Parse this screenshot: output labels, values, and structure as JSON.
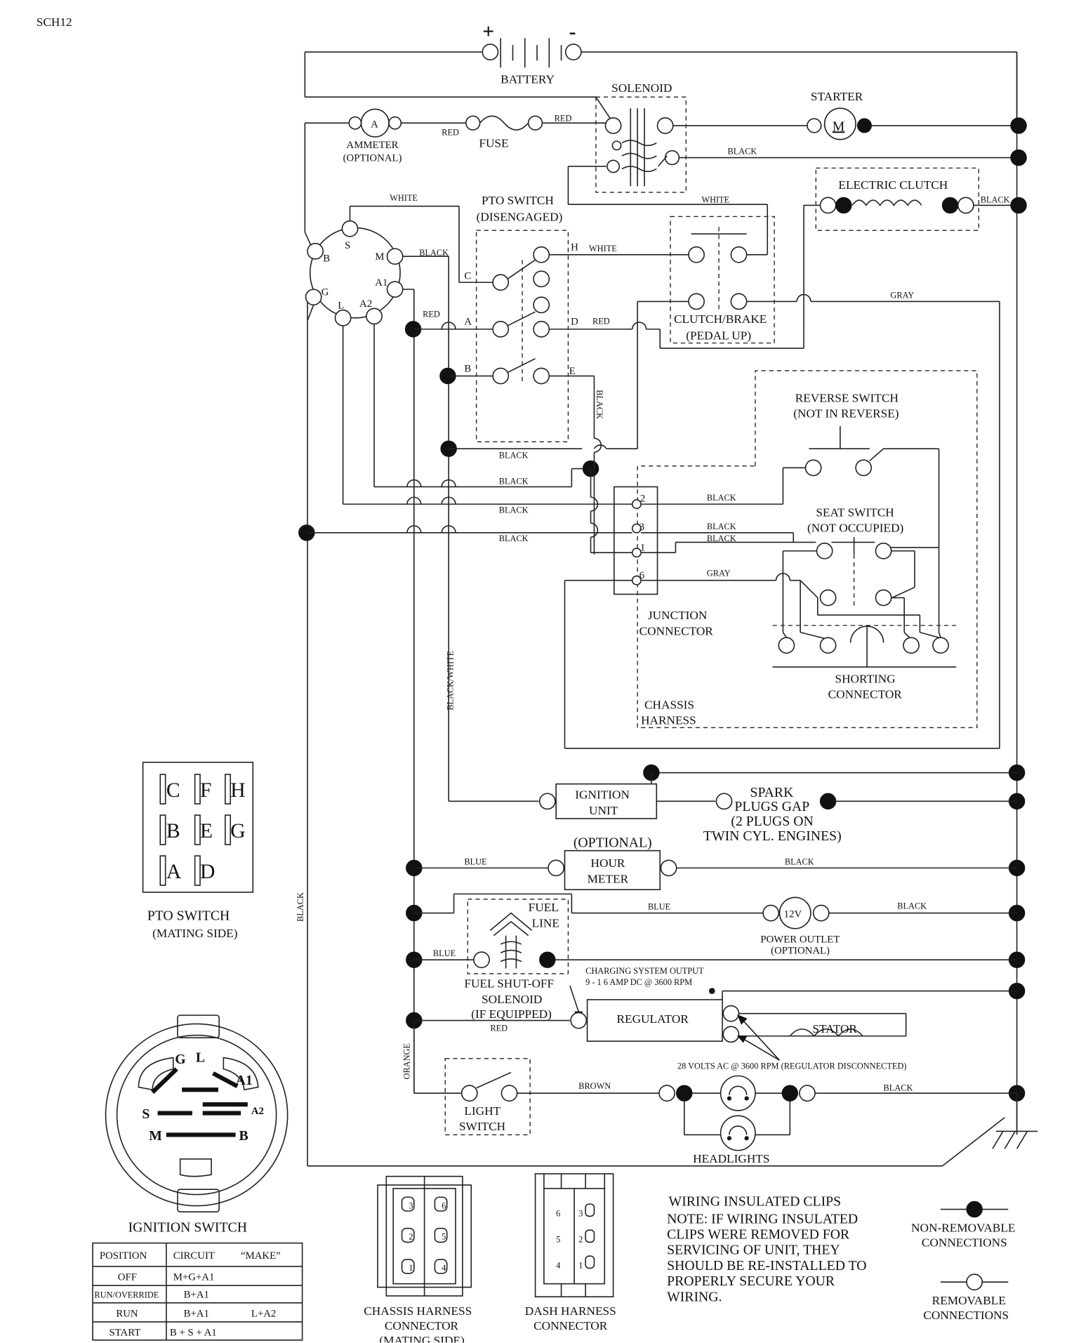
{
  "page": {
    "code": "SCH12"
  },
  "components": {
    "battery": "BATTERY",
    "battery_plus": "+",
    "battery_minus": "-",
    "solenoid": "SOLENOID",
    "starter": "STARTER",
    "starter_symbol": "M",
    "ammeter": "AMMETER",
    "ammeter_optional": "(OPTIONAL)",
    "ammeter_symbol": "A",
    "fuse": "FUSE",
    "electric_clutch": "ELECTRIC CLUTCH",
    "pto_switch": "PTO SWITCH",
    "pto_switch_state": "(DISENGAGED)",
    "clutch_brake": "CLUTCH/BRAKE",
    "clutch_brake_state": "(PEDAL UP)",
    "reverse_switch": "REVERSE SWITCH",
    "reverse_switch_state": "(NOT IN REVERSE)",
    "seat_switch": "SEAT SWITCH",
    "seat_switch_state": "(NOT OCCUPIED)",
    "junction_connector_1": "JUNCTION",
    "junction_connector_2": "CONNECTOR",
    "shorting_connector_1": "SHORTING",
    "shorting_connector_2": "CONNECTOR",
    "chassis_harness_1": "CHASSIS",
    "chassis_harness_2": "HARNESS",
    "ignition_unit_1": "IGNITION",
    "ignition_unit_2": "UNIT",
    "spark_plugs_1": "SPARK",
    "spark_plugs_2": "PLUGS GAP",
    "spark_plugs_3": "(2 PLUGS ON",
    "spark_plugs_4": "TWIN CYL. ENGINES)",
    "hour_meter_optional": "(OPTIONAL)",
    "hour_meter_1": "HOUR",
    "hour_meter_2": "METER",
    "fuel_line_1": "FUEL",
    "fuel_line_2": "LINE",
    "power_outlet_symbol": "12V",
    "power_outlet": "POWER OUTLET",
    "power_outlet_optional": "(OPTIONAL)",
    "fuel_solenoid_1": "FUEL SHUT-OFF",
    "fuel_solenoid_2": "SOLENOID",
    "fuel_solenoid_3": "(IF EQUIPPED)",
    "charging_output_1": "CHARGING SYSTEM OUTPUT",
    "charging_output_2": "9 - 1 6 AMP DC @ 3600 RPM",
    "regulator": "REGULATOR",
    "stator": "STATOR",
    "stator_note": "28 VOLTS AC @ 3600 RPM (REGULATOR DISCONNECTED)",
    "light_switch_1": "LIGHT",
    "light_switch_2": "SWITCH",
    "headlights": "HEADLIGHTS"
  },
  "ignition_terminals": [
    "S",
    "M",
    "A1",
    "A2",
    "L",
    "G",
    "B"
  ],
  "pto_terminals": [
    "H",
    "C",
    "A",
    "D",
    "B",
    "E"
  ],
  "junction_pins": [
    "2",
    "3",
    "1",
    "6"
  ],
  "wire_colors": {
    "red": "RED",
    "black": "BLACK",
    "white": "WHITE",
    "gray": "GRAY",
    "blue": "BLUE",
    "orange": "ORANGE",
    "brown": "BROWN",
    "black_white": "BLACK/WHITE"
  },
  "pto_mating": {
    "letters": [
      "C",
      "F",
      "H",
      "B",
      "E",
      "G",
      "A",
      "D"
    ],
    "title": "PTO SWITCH",
    "subtitle": "(MATING SIDE)"
  },
  "ignition_switch": {
    "title": "IGNITION SWITCH",
    "face_labels": [
      "G",
      "L",
      "A1",
      "A2",
      "S",
      "M",
      "B"
    ],
    "table": {
      "headers": [
        "POSITION",
        "CIRCUIT",
        "“MAKE”"
      ],
      "rows": [
        [
          "OFF",
          "M+G+A1",
          ""
        ],
        [
          "RUN/OVERRIDE",
          "B+A1",
          ""
        ],
        [
          "RUN",
          "B+A1",
          "L+A2"
        ],
        [
          "START",
          "B + S + A1",
          ""
        ]
      ]
    }
  },
  "chassis_connector": {
    "pins": [
      "3",
      "6",
      "2",
      "5",
      "1",
      "4"
    ],
    "label_1": "CHASSIS HARNESS",
    "label_2": "CONNECTOR",
    "label_3": "(MATING SIDE)"
  },
  "dash_connector": {
    "pins": [
      "6",
      "3",
      "5",
      "2",
      "4",
      "1"
    ],
    "label_1": "DASH HARNESS",
    "label_2": "CONNECTOR"
  },
  "notes": {
    "line_1": "WIRING INSULATED CLIPS",
    "line_2": "NOTE:  IF WIRING INSULATED",
    "line_3": "CLIPS WERE REMOVED FOR",
    "line_4": "SERVICING OF UNIT, THEY",
    "line_5": "SHOULD BE RE-INSTALLED TO",
    "line_6": "PROPERLY SECURE YOUR",
    "line_7": "WIRING."
  },
  "legend": {
    "non_removable_1": "NON-REMOVABLE",
    "non_removable_2": "CONNECTIONS",
    "removable_1": "REMOVABLE",
    "removable_2": "CONNECTIONS"
  }
}
